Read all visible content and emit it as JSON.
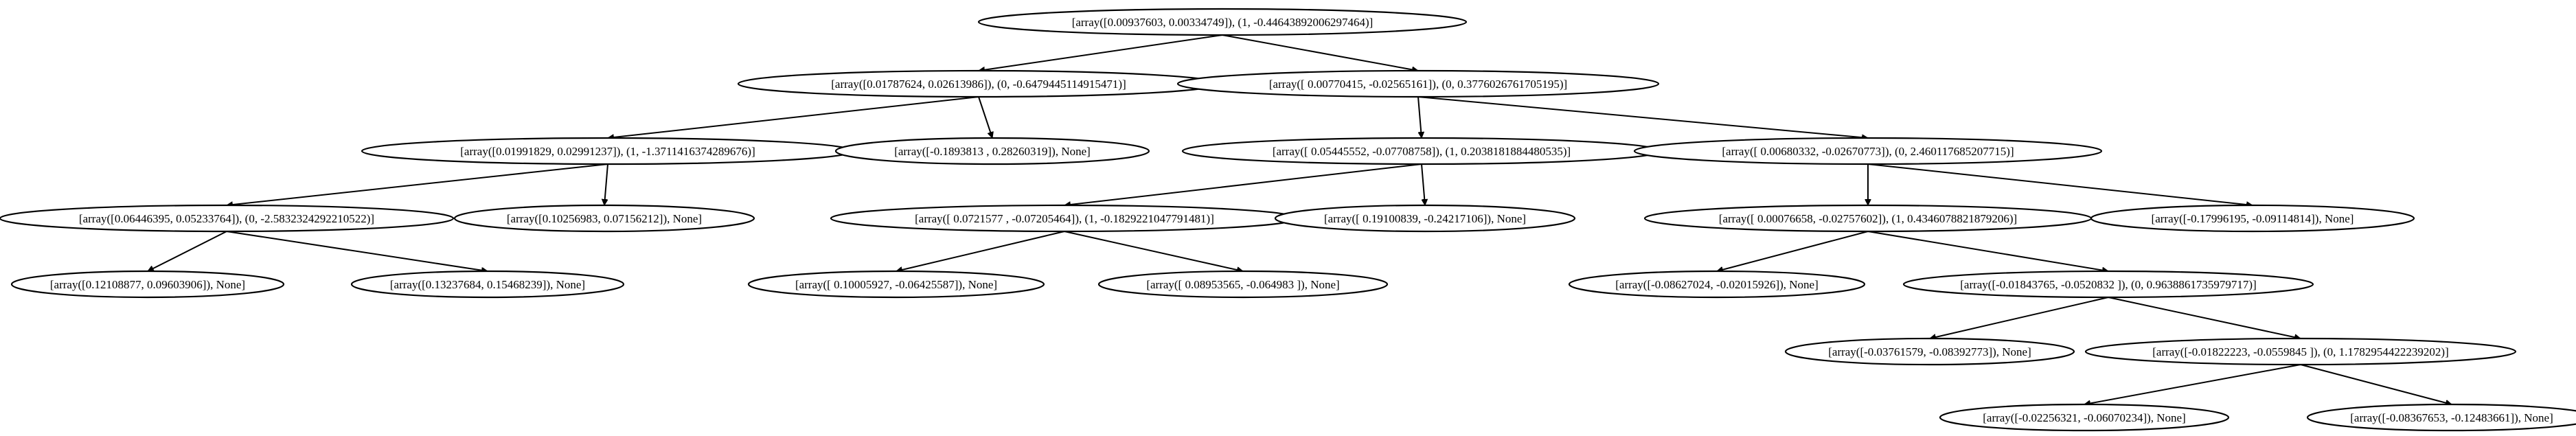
{
  "tree": {
    "nodes": [
      {
        "id": "n0",
        "label": "[array([0.00937603, 0.00334749]), (1, -0.44643892006297464)]"
      },
      {
        "id": "n1",
        "label": "[array([0.01787624, 0.02613986]), (0, -0.6479445114915471)]"
      },
      {
        "id": "n2",
        "label": "[array([ 0.00770415, -0.02565161]), (0, 0.3776026761705195)]"
      },
      {
        "id": "n3",
        "label": "[array([0.01991829, 0.02991237]), (1, -1.3711416374289676)]"
      },
      {
        "id": "n4",
        "label": "[array([-0.1893813 ,  0.28260319]), None]"
      },
      {
        "id": "n5",
        "label": "[array([ 0.05445552, -0.07708758]), (1, 0.2038181884480535)]"
      },
      {
        "id": "n6",
        "label": "[array([ 0.00680332, -0.02670773]), (0, 2.460117685207715)]"
      },
      {
        "id": "n7",
        "label": "[array([0.06446395, 0.05233764]), (0, -2.5832324292210522)]"
      },
      {
        "id": "n8",
        "label": "[array([0.10256983, 0.07156212]), None]"
      },
      {
        "id": "n9",
        "label": "[array([ 0.0721577 , -0.07205464]), (1, -0.1829221047791481)]"
      },
      {
        "id": "n10",
        "label": "[array([ 0.19100839, -0.24217106]), None]"
      },
      {
        "id": "n11",
        "label": "[array([ 0.00076658, -0.02757602]), (1, 0.4346078821879206)]"
      },
      {
        "id": "n12",
        "label": "[array([-0.17996195, -0.09114814]), None]"
      },
      {
        "id": "n13",
        "label": "[array([0.12108877, 0.09603906]), None]"
      },
      {
        "id": "n14",
        "label": "[array([0.13237684, 0.15468239]), None]"
      },
      {
        "id": "n15",
        "label": "[array([ 0.10005927, -0.06425587]), None]"
      },
      {
        "id": "n16",
        "label": "[array([ 0.08953565, -0.064983  ]), None]"
      },
      {
        "id": "n17",
        "label": "[array([-0.08627024, -0.02015926]), None]"
      },
      {
        "id": "n18",
        "label": "[array([-0.01843765, -0.0520832 ]), (0, 0.9638861735979717)]"
      },
      {
        "id": "n19",
        "label": "[array([-0.03761579, -0.08392773]), None]"
      },
      {
        "id": "n20",
        "label": "[array([-0.01822223, -0.0559845 ]), (0, 1.1782954422239202)]"
      },
      {
        "id": "n21",
        "label": "[array([-0.02256321, -0.06070234]), None]"
      },
      {
        "id": "n22",
        "label": "[array([-0.08367653, -0.12483661]), None]"
      }
    ],
    "edges": [
      [
        "n0",
        "n1"
      ],
      [
        "n0",
        "n2"
      ],
      [
        "n1",
        "n3"
      ],
      [
        "n1",
        "n4"
      ],
      [
        "n2",
        "n5"
      ],
      [
        "n2",
        "n6"
      ],
      [
        "n3",
        "n7"
      ],
      [
        "n3",
        "n8"
      ],
      [
        "n5",
        "n9"
      ],
      [
        "n5",
        "n10"
      ],
      [
        "n6",
        "n11"
      ],
      [
        "n6",
        "n12"
      ],
      [
        "n7",
        "n13"
      ],
      [
        "n7",
        "n14"
      ],
      [
        "n9",
        "n15"
      ],
      [
        "n9",
        "n16"
      ],
      [
        "n11",
        "n17"
      ],
      [
        "n11",
        "n18"
      ],
      [
        "n18",
        "n19"
      ],
      [
        "n18",
        "n20"
      ],
      [
        "n20",
        "n21"
      ],
      [
        "n20",
        "n22"
      ]
    ]
  }
}
